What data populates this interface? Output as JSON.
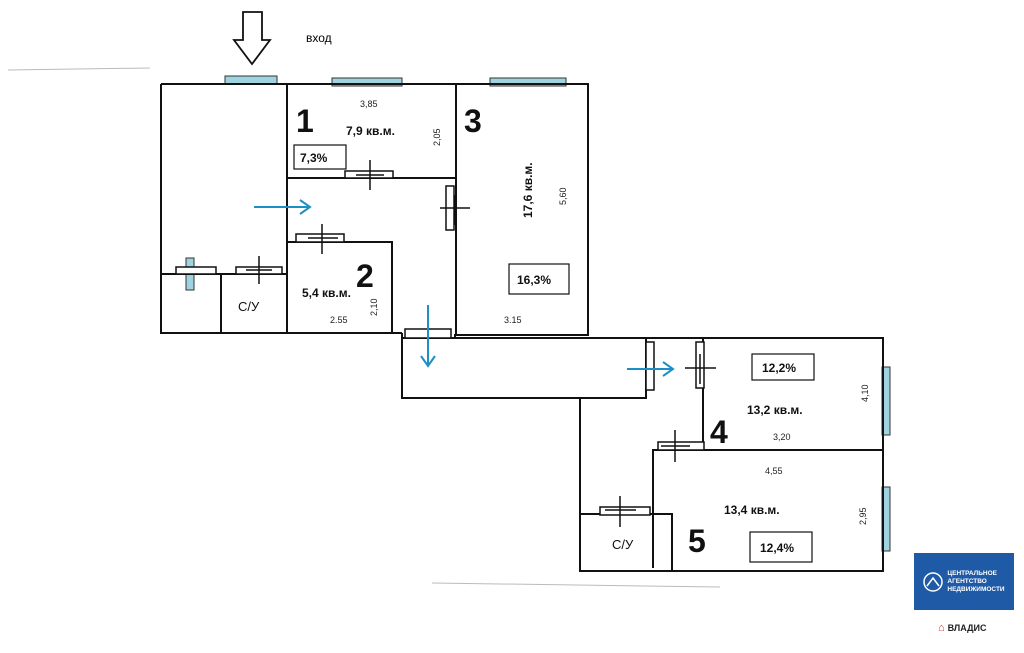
{
  "entrance_label": "вход",
  "rooms": [
    {
      "number": "1",
      "area": "7,9 кв.м.",
      "percent": "7,3%",
      "dim_a": "3,85",
      "dim_b": "2,05"
    },
    {
      "number": "2",
      "area": "5,4 кв.м.",
      "dim_a": "2.55",
      "dim_b": "2,10"
    },
    {
      "number": "3",
      "area": "17,6 кв.м.",
      "percent": "16,3%",
      "dim_a": "3.15",
      "dim_b": "5,60"
    },
    {
      "number": "4",
      "area": "13,2 кв.м.",
      "percent": "12,2%",
      "dim_a": "3,20",
      "dim_b": "4,10"
    },
    {
      "number": "5",
      "area": "13,4 кв.м.",
      "percent": "12,4%",
      "dim_a": "4,55",
      "dim_b": "2,95"
    }
  ],
  "bathroom_label": "С/У",
  "brand": {
    "name": "ЦЕНТРАЛЬНОЕ\nАГЕНТСТВО\nНЕДВИЖИМОСТИ",
    "sub": "ВЛАДИС",
    "color": "#1f5aa6"
  },
  "colors": {
    "window": "#9fd3df",
    "arrow": "#1d8fc4",
    "wall": "#111111"
  }
}
